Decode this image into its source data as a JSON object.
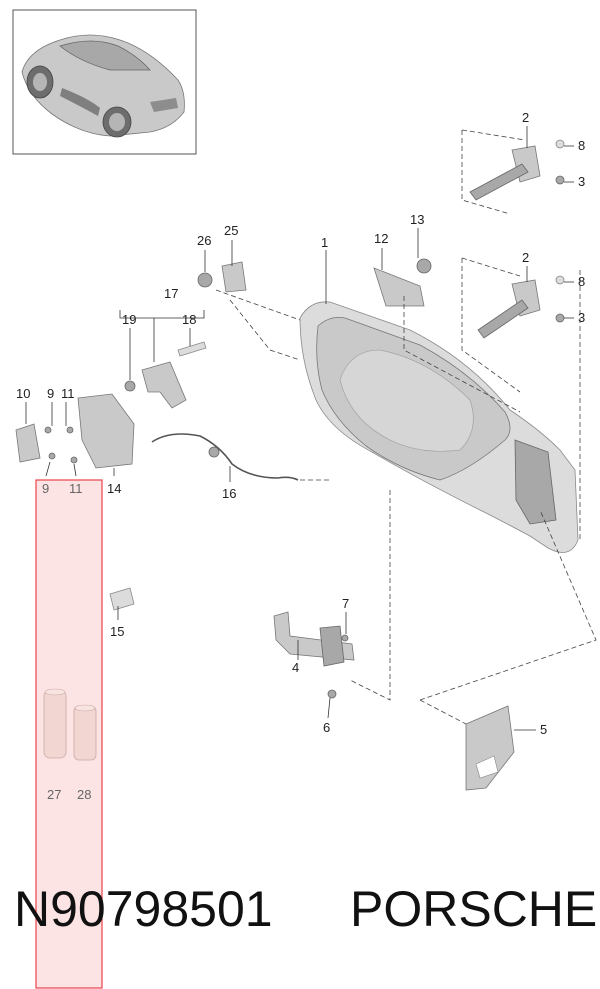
{
  "callouts": {
    "c1": "1",
    "c2a": "2",
    "c2b": "2",
    "c3a": "3",
    "c3b": "3",
    "c4": "4",
    "c5": "5",
    "c6": "6",
    "c7": "7",
    "c8a": "8",
    "c8b": "8",
    "c9a": "9",
    "c9b": "9",
    "c10": "10",
    "c11a": "11",
    "c11b": "11",
    "c12": "12",
    "c13": "13",
    "c14": "14",
    "c15": "15",
    "c16": "16",
    "c17": "17",
    "c18": "18",
    "c19": "19",
    "c25": "25",
    "c26": "26",
    "c27": "27",
    "c28": "28"
  },
  "footer": {
    "part_number": "N90798501",
    "brand": "PORSCHE"
  },
  "colors": {
    "highlight_border": "#e8434b",
    "highlight_fill": "#fde4e4"
  }
}
